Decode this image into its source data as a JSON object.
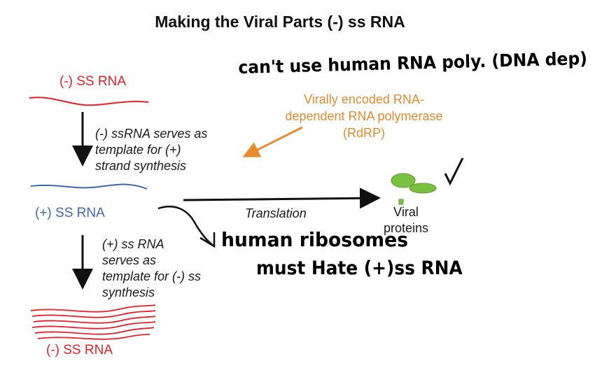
{
  "title": "Making the Viral Parts (-) ss RNA",
  "labels": {
    "neg_top": "(-) SS RNA",
    "pos_mid": "(+) SS RNA",
    "neg_bottom": "(-) SS RNA",
    "step1_l1": "(-) ssRNA serves as",
    "step1_l2": "template for (+)",
    "step1_l3": "strand synthesis",
    "step2_l1": "(+) ss RNA",
    "step2_l2": "serves as",
    "step2_l3": "template for (-) ss",
    "step2_l4": "synthesis",
    "translation": "Translation",
    "viral_l1": "Viral",
    "viral_l2": "proteins",
    "rdrp_l1": "Virally encoded RNA-",
    "rdrp_l2": "dependent RNA polymerase",
    "rdrp_l3": "(RdRP)"
  },
  "handwriting": {
    "top_note": "can't use human RNA poly. (DNA dep)",
    "ribo_l1": "human ribosomes",
    "ribo_l2": "must Hate (+)ss RNA",
    "checkmark": "✓"
  },
  "colors": {
    "red": "#e8202a",
    "blue": "#3e6ab0",
    "orange": "#e98a2c",
    "green": "#7ac142"
  }
}
